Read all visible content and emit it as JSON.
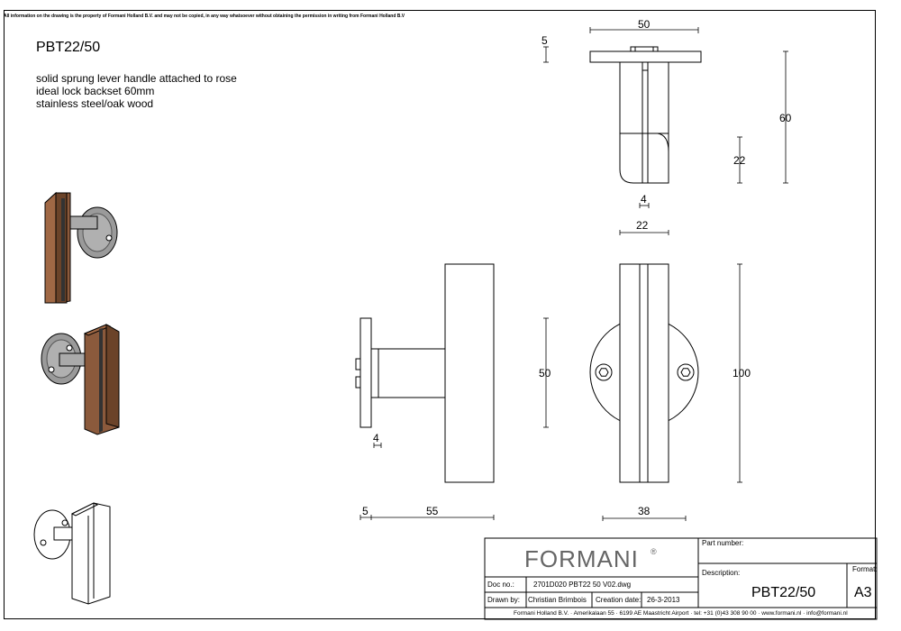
{
  "disclaimer": "All information on the drawing is the property of Formani Holland B.V. and may not be copied, in any way whatsoever without obtaining the permission in writing from Formani Holland B.V",
  "product": {
    "code": "PBT22/50",
    "description_lines": [
      "solid sprung lever handle attached to rose",
      "ideal lock backset 60mm",
      "stainless steel/oak wood"
    ]
  },
  "dimensions": {
    "top_width": "50",
    "top_rose_thickness": "5",
    "top_height": "60",
    "top_grip_depth": "22",
    "top_gap": "4",
    "front_width": "22",
    "front_height": "100",
    "front_rose_diameter": "50",
    "front_base_width": "38",
    "side_rose_diameter": "50",
    "side_rose_thickness": "5",
    "side_projection": "55",
    "side_gap": "4"
  },
  "title_block": {
    "logo": "FORMANI",
    "logo_mark": "®",
    "part_number_label": "Part number:",
    "description_label": "Description:",
    "format_label": "Format:",
    "description_value": "PBT22/50",
    "format_value": "A3",
    "doc_no_label": "Doc no.:",
    "doc_no_value": "2701D020 PBT22 50 V02.dwg",
    "drawn_by_label": "Drawn by:",
    "drawn_by_value": "Christian Brimbois",
    "creation_date_label": "Creation date:",
    "creation_date_value": "26-3-2013",
    "footer": "Formani Holland B.V. · Amerikalaan 55 · 6199 AE Maastricht Airport · tel: +31 (0)43 308 90 00 · www.formani.nl · info@formani.nl"
  },
  "colors": {
    "wood": "#8b5a3c",
    "wood_dark": "#5e3a24",
    "steel": "#9a9a9a",
    "steel_dark": "#555555",
    "line": "#000000"
  }
}
